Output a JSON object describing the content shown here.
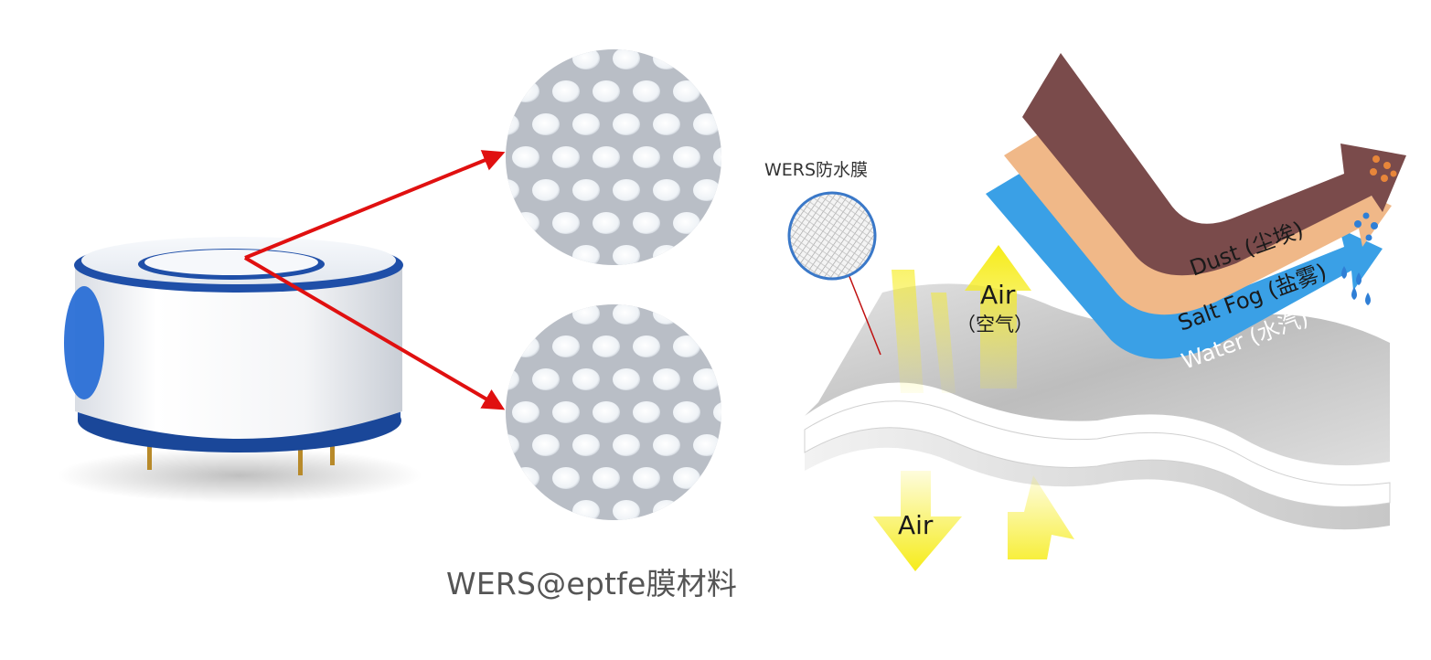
{
  "caption": "WERS@eptfe膜材料",
  "membrane_label": "WERS防水膜",
  "air_up": {
    "text": "Air",
    "sub": "（空气）"
  },
  "air_down": {
    "text": "Air"
  },
  "bands": {
    "dust": "Dust (尘埃)",
    "salt_fog": "Salt Fog (盐雾)",
    "water": "Water (水汽)"
  },
  "colors": {
    "pointer_arrow": "#e01010",
    "sensor_ring": "#1f4fa8",
    "dust_band": "#7a4b4b",
    "salt_fog_band": "#f0b888",
    "water_band": "#3aa0e6",
    "air_arrow": "#f6ec1a"
  }
}
